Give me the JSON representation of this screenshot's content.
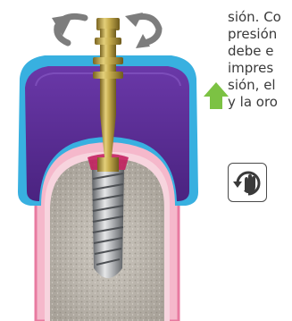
{
  "text_lines": [
    "",
    "sión. Co",
    "presión",
    "debe e",
    "impres",
    "sión, el",
    "y la oro"
  ],
  "icons": {
    "left_rotation": "rotate-left-arrow-icon",
    "right_rotation": "rotate-right-arrow-icon",
    "lift": "up-arrow-icon",
    "hand": "hand-rotation-icon"
  },
  "colors": {
    "cap_purple": "#5a2e96",
    "cap_blue": "#38b0e0",
    "post_gold": "#b59a3a",
    "gum_pink": "#e87aa0",
    "bone_gray": "#bdb8b0",
    "arrow_green": "#7cc243",
    "arrow_gray": "#7d7d7d",
    "text": "#3a3a3a"
  }
}
